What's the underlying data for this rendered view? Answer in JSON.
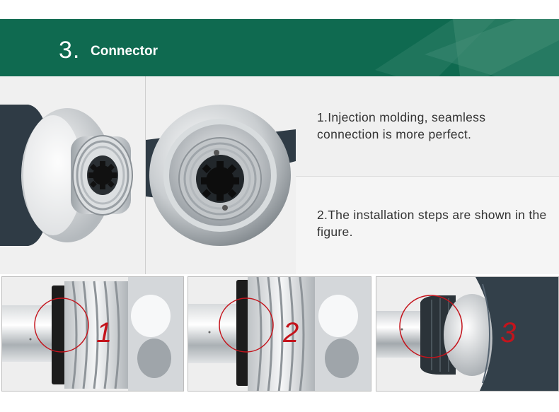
{
  "header": {
    "number": "3.",
    "title": "Connector",
    "background_color": "#0f6a50"
  },
  "features": [
    {
      "text": "1.Injection molding, seamless connection is more perfect."
    },
    {
      "text": "2.The installation steps are shown in the figure."
    }
  ],
  "steps": [
    {
      "number": "1"
    },
    {
      "number": "2"
    },
    {
      "number": "3"
    }
  ],
  "colors": {
    "accent_red": "#c4141c",
    "steel": "#b9bcbf",
    "dark_body": "#33404a"
  }
}
